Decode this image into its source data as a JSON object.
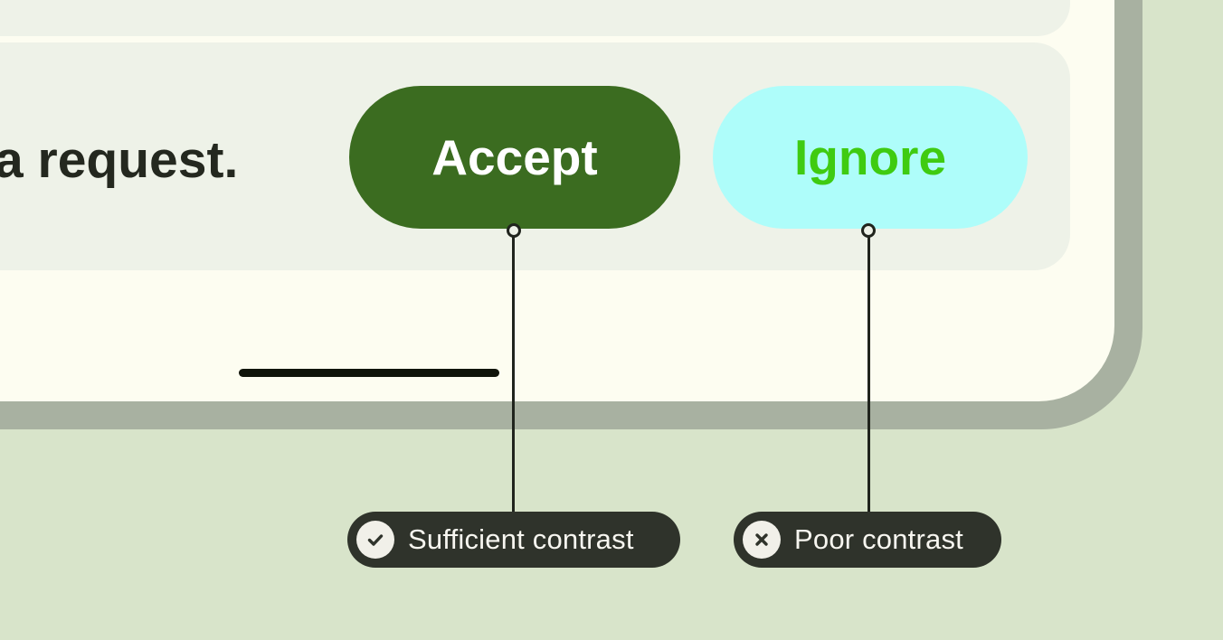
{
  "background_color": "#d8e4ca",
  "device": {
    "frame_color": "#a8b1a1",
    "screen_color": "#fdfdf1",
    "panel_color": "#eef2e8",
    "home_indicator_color": "#10140a"
  },
  "notification": {
    "message": "a request.",
    "accept_button": {
      "label": "Accept",
      "background": "#3b6c20",
      "text_color": "#ffffff",
      "contrast": "sufficient"
    },
    "ignore_button": {
      "label": "Ignore",
      "background": "#aefdfa",
      "text_color": "#3fcb11",
      "contrast": "poor"
    }
  },
  "annotations": {
    "pill_color": "#2f332b",
    "text_color": "#f7f6f0",
    "sufficient": {
      "icon": "check-icon",
      "label": "Sufficient contrast"
    },
    "poor": {
      "icon": "x-icon",
      "label": "Poor contrast"
    }
  }
}
